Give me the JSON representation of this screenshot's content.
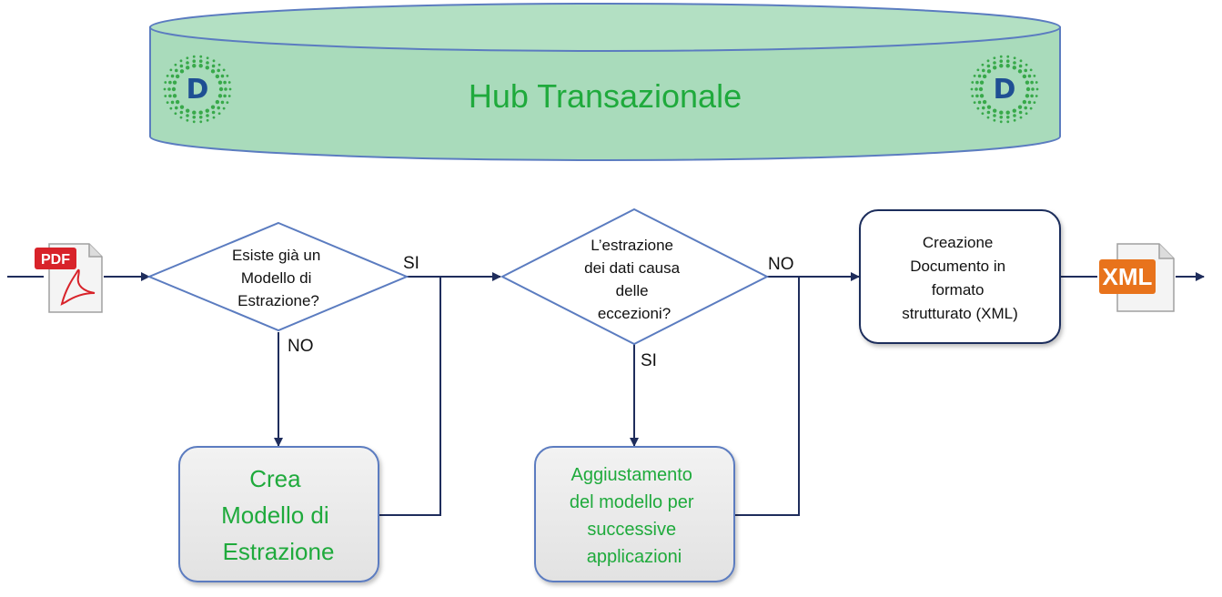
{
  "hub": {
    "title": "Hub Transazionale",
    "logo_letter": "D"
  },
  "icons": {
    "pdf": {
      "badge": "PDF",
      "name": "pdf-file-icon"
    },
    "xml": {
      "badge": "XML",
      "name": "xml-file-icon"
    }
  },
  "decision1": {
    "lines": [
      "Esiste già un",
      "Modello di",
      "Estrazione?"
    ],
    "yes": "SI",
    "no": "NO"
  },
  "decision2": {
    "lines": [
      "L’estrazione",
      "dei dati causa",
      "delle",
      "eccezioni?"
    ],
    "yes": "SI",
    "no": "NO"
  },
  "process_create_model": {
    "lines": [
      "Crea",
      "Modello di",
      "Estrazione"
    ]
  },
  "process_adjust_model": {
    "lines": [
      "Aggiustamento",
      "del modello per",
      "successive",
      "applicazioni"
    ]
  },
  "process_create_document": {
    "lines": [
      "Creazione",
      "Documento in",
      "formato",
      "strutturato (XML)"
    ]
  },
  "colors": {
    "hub_fill": "#a9dbbb",
    "hub_stroke": "#5b7cc0",
    "connector": "#1f2d5c",
    "decision_stroke": "#5b7cc0",
    "process_fill": "#e8e8e8",
    "process_stroke": "#5b7cc0",
    "dark_box_stroke": "#1f2d5c",
    "green_text": "#1faa3c",
    "logo_dots": "#38a94a",
    "logo_blue": "#1f4f93",
    "pdf_red": "#d8232a",
    "xml_orange": "#e8731c"
  }
}
